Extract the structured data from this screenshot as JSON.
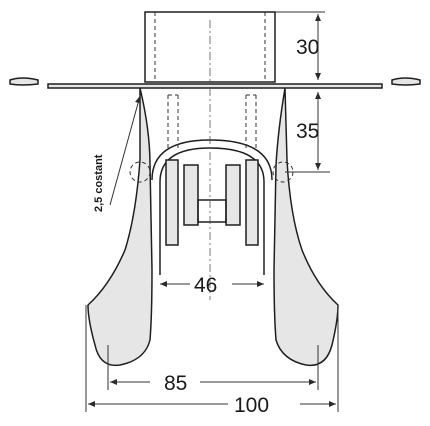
{
  "drawing": {
    "dimensions": {
      "tube_height": "30",
      "stem_height": "35",
      "inner_width": "46",
      "mid_width": "85",
      "overall_width": "100",
      "wall_thickness": "2,5 costant"
    }
  }
}
